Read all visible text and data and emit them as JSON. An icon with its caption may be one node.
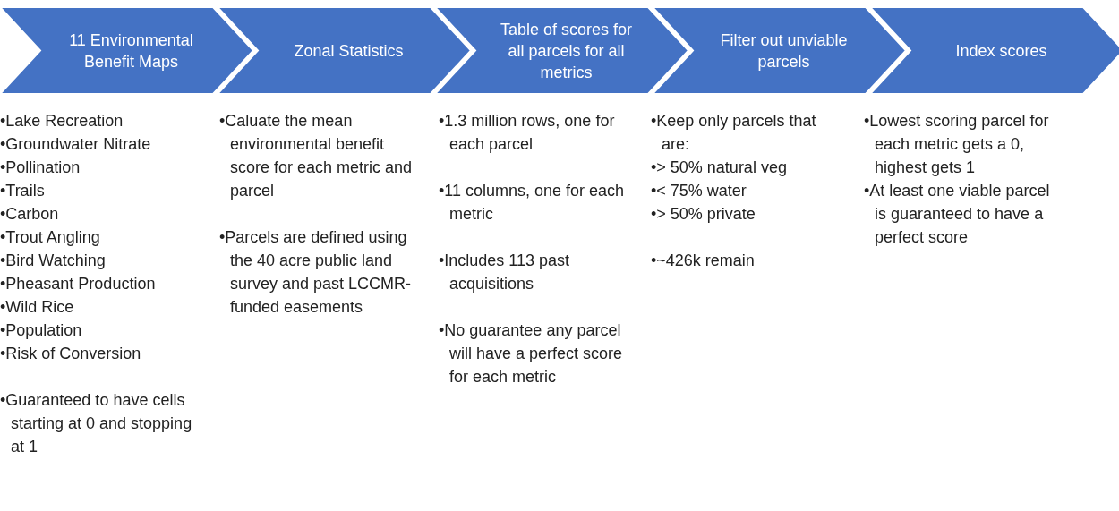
{
  "diagram": {
    "nodes": [
      {
        "text": [
          "11 Environmental Benefit Maps"
        ],
        "beside": [
          "•Lake Recreation",
          "•Groundwater Nitrate",
          "•Pollination",
          "•Trails",
          "•Carbon",
          "•Trout Angling",
          "•Bird Watching",
          "•Pheasant Production",
          "•Wild Rice",
          "•Population",
          "•Risk of Conversion",
          "•Guaranteed to have cells starting at 0 and stopping at 1"
        ]
      },
      {
        "text": [
          "Zonal Statistics"
        ],
        "beside": [
          "•Caluate the mean environmental benefit score for each metric and parcel",
          "•Parcels are defined using the 40 acre public land survey and past LCCMR-funded easements"
        ]
      },
      {
        "text": [
          "Table of scores for all parcels for all metrics"
        ],
        "beside": [
          "•1.3 million rows, one for each parcel",
          "•11 columns, one for each metric",
          "•Includes 113 past acquisitions",
          "•No guarantee any parcel will have a perfect score for each metric"
        ]
      },
      {
        "text": [
          "Filter out unviable parcels"
        ],
        "beside": [
          "•Keep only parcels that are:",
          "•> 50% natural veg",
          "•< 75% water",
          "•> 50% private",
          "•~426k remain"
        ]
      },
      {
        "text": [
          "Index scores"
        ],
        "beside": [
          "•Lowest scoring parcel for each metric gets a 0, highest gets 1",
          "•At least one viable parcel is guaranteed to have a perfect score"
        ]
      }
    ]
  }
}
